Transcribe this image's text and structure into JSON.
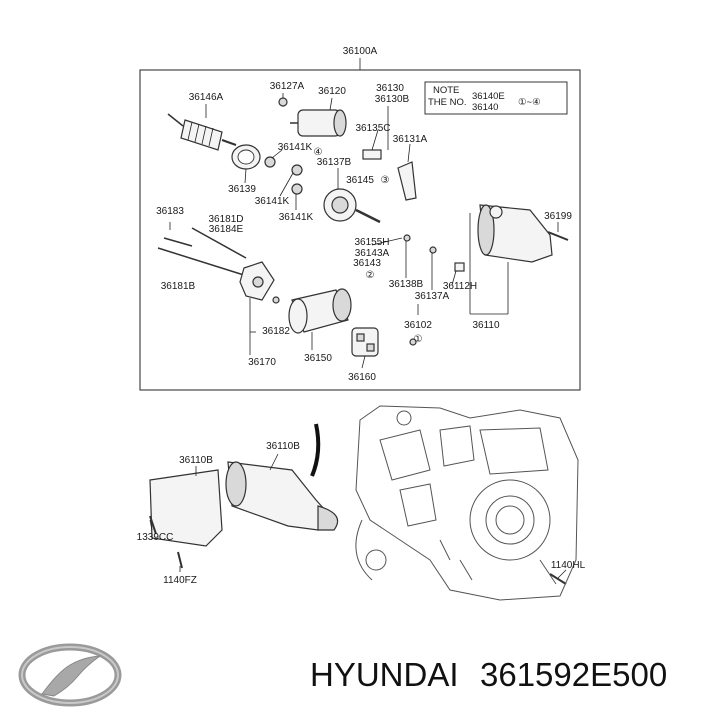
{
  "assembly_label": "36100A",
  "note": {
    "line1": "NOTE",
    "line2": "THE NO.",
    "ref_a": "36140E",
    "ref_b": "36140",
    "range": "①~④"
  },
  "callouts": {
    "c36146A": "36146A",
    "c36127A": "36127A",
    "c36120": "36120",
    "c36130": "36130",
    "c36130B": "36130B",
    "c36135C": "36135C",
    "c36131A": "36131A",
    "c36141K_1": "36141K",
    "c36137B": "36137B",
    "c36145": "36145",
    "c36139": "36139",
    "c36141K_2": "36141K",
    "c36141K_3": "36141K",
    "c36183": "36183",
    "c36181D": "36181D",
    "c36184E": "36184E",
    "c36199": "36199",
    "c36155H": "36155H",
    "c36143A": "36143A",
    "c36143": "36143",
    "c36181B": "36181B",
    "c36138B": "36138B",
    "c36137A": "36137A",
    "c36112H": "36112H",
    "c36182": "36182",
    "c36102": "36102",
    "c36110": "36110",
    "c36170": "36170",
    "c36150": "36150",
    "c36160": "36160",
    "c36110B_a": "36110B",
    "c36110B_b": "36110B",
    "c1339CC": "1339CC",
    "c1140FZ": "1140FZ",
    "c1140HL": "1140HL"
  },
  "circled_refs": {
    "r4": "④",
    "r3": "③",
    "r2": "②",
    "r1": "①"
  },
  "brand": {
    "name": "HYUNDAI",
    "part_number": "361592E500"
  }
}
